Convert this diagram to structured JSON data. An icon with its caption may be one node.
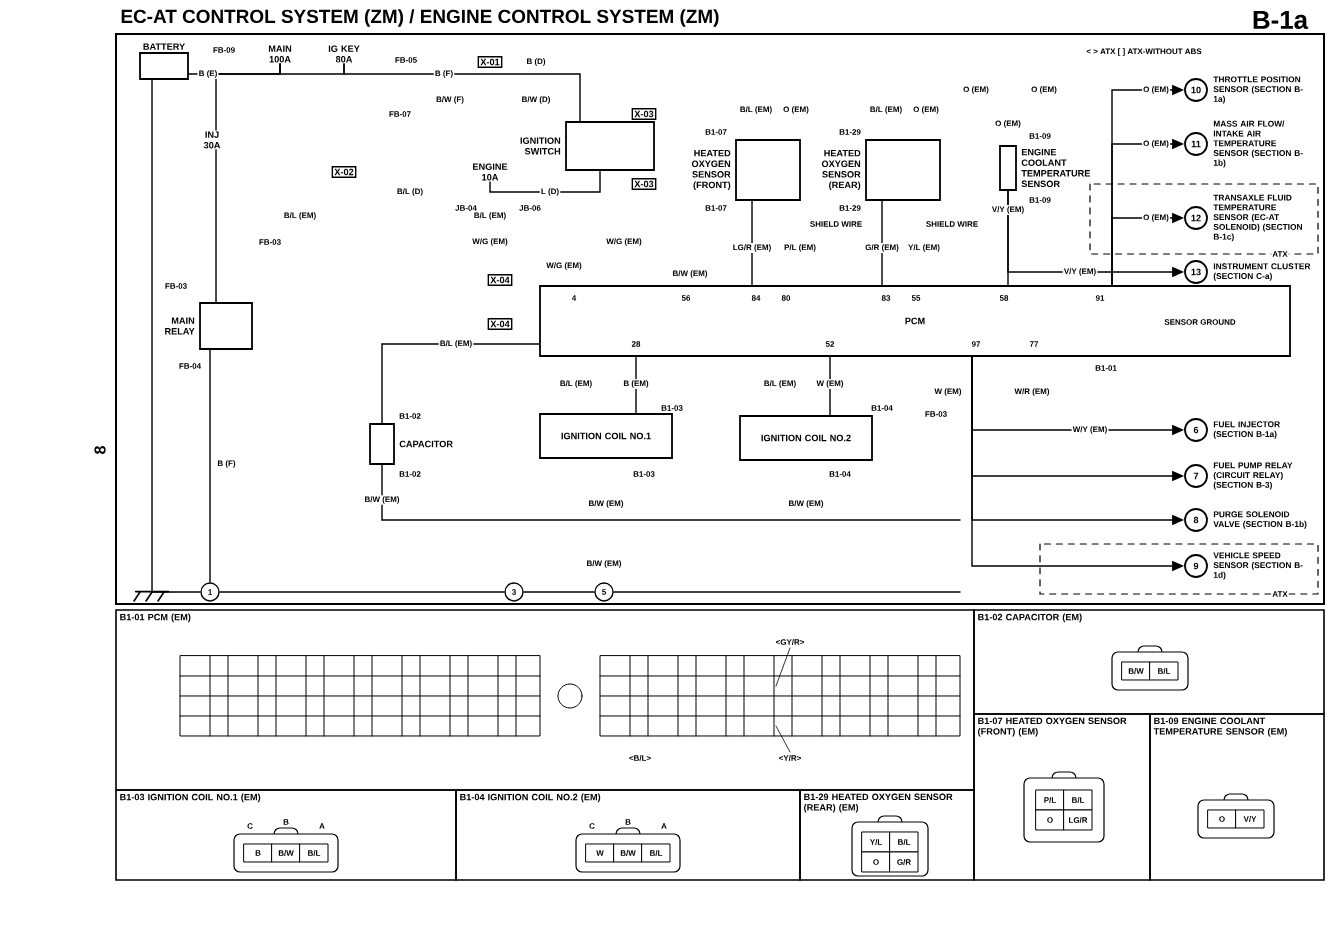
{
  "diagram": {
    "title": "EC-AT CONTROL SYSTEM (ZM) / ENGINE CONTROL SYSTEM (ZM)",
    "nodes": [
      {
        "text": [
          "BATTERY"
        ]
      },
      {
        "text": [
          "MAIN 100A"
        ]
      },
      {
        "text": [
          "IG KEY 80A"
        ]
      },
      {
        "text": [
          "INJ 30A"
        ]
      },
      {
        "text": [
          "IGNITION SWITCH"
        ]
      },
      {
        "text": [
          "ENGINE 10A"
        ]
      },
      {
        "text": [
          "MAIN RELAY"
        ]
      },
      {
        "text": [
          "CAPACITOR"
        ]
      },
      {
        "text": [
          "IGNITION COIL NO.1"
        ]
      },
      {
        "text": [
          "IGNITION COIL NO.2"
        ]
      },
      {
        "text": [
          "PCM"
        ]
      },
      {
        "text": [
          "HEATED OXYGEN SENSOR (FRONT)"
        ]
      },
      {
        "text": [
          "HEATED OXYGEN SENSOR (REAR)"
        ]
      },
      {
        "text": [
          "ENGINE COOLANT TEMPERATURE SENSOR"
        ]
      },
      {
        "text": [
          "10"
        ],
        "beside": [
          "THROTTLE POSITION SENSOR (SECTION B-1a)"
        ]
      },
      {
        "text": [
          "11"
        ],
        "beside": [
          "MASS AIR FLOW/ INTAKE AIR TEMPERATURE SENSOR (SECTION B-1b)"
        ]
      },
      {
        "text": [
          "12"
        ],
        "beside": [
          "TRANSAXLE FLUID TEMPERATURE SENSOR (EC-AT SOLENOID) (SECTION B-1c)"
        ]
      },
      {
        "text": [
          "13"
        ],
        "beside": [
          "INSTRUMENT CLUSTER (SECTION C-a)"
        ]
      },
      {
        "text": [
          "6"
        ],
        "beside": [
          "FUEL INJECTOR (SECTION B-1a)"
        ]
      },
      {
        "text": [
          "7"
        ],
        "beside": [
          "FUEL PUMP RELAY (CIRCUIT RELAY) (SECTION B-3)"
        ]
      },
      {
        "text": [
          "8"
        ],
        "beside": [
          "PURGE SOLENOID VALVE (SECTION B-1b)"
        ]
      },
      {
        "text": [
          "9"
        ],
        "beside": [
          "VEHICLE SPEED SENSOR (SECTION B-1d)"
        ]
      },
      {
        "text": [
          "B1-01 PCM (EM)"
        ]
      },
      {
        "text": [
          "B1-02 CAPACITOR (EM)"
        ]
      },
      {
        "text": [
          "B1-07 HEATED OXYGEN SENSOR (FRONT) (EM)"
        ]
      },
      {
        "text": [
          "B1-09 ENGINE COOLANT TEMPERATURE SENSOR (EM)"
        ]
      },
      {
        "text": [
          "B1-03 IGNITION COIL NO.1 (EM)"
        ]
      },
      {
        "text": [
          "B1-04 IGNITION COIL NO.2 (EM)"
        ]
      },
      {
        "text": [
          "B1-29 HEATED OXYGEN SENSOR (REAR) (EM)"
        ]
      },
      {
        "text": [
          "X-01"
        ]
      },
      {
        "text": [
          "X-03"
        ]
      },
      {
        "text": [
          "X-03"
        ]
      },
      {
        "text": [
          "X-02"
        ]
      },
      {
        "text": [
          "X-04"
        ]
      },
      {
        "text": [
          "X-04"
        ]
      },
      {
        "text": [],
        "shape": "ground"
      }
    ],
    "edges": [
      {
        "from": 0,
        "to": 1,
        "arrow": "none",
        "label": "B (E)"
      },
      {
        "from": 1,
        "to": 2,
        "arrow": "none"
      },
      {
        "from": 2,
        "to": 4,
        "arrow": "none",
        "label": "B (F)"
      },
      {
        "from": 1,
        "to": 3,
        "arrow": "none"
      },
      {
        "from": 5,
        "to": 4,
        "arrow": "none",
        "label": "L (D)"
      },
      {
        "from": 3,
        "to": 6,
        "arrow": "none"
      },
      {
        "from": 7,
        "to": 10,
        "arrow": "none",
        "label": "B/L (EM)"
      },
      {
        "from": 8,
        "to": 10,
        "arrow": "none",
        "label": "B (EM)"
      },
      {
        "from": 9,
        "to": 10,
        "arrow": "none",
        "label": "W (EM)"
      },
      {
        "from": 11,
        "to": 10,
        "arrow": "none",
        "label": "LG/R (EM)"
      },
      {
        "from": 12,
        "to": 10,
        "arrow": "none",
        "label": "G/R (EM)"
      },
      {
        "from": 13,
        "to": 10,
        "arrow": "none",
        "label": "V/Y (EM)"
      },
      {
        "from": 10,
        "to": 14,
        "arrow": "to",
        "label": "O (EM)"
      },
      {
        "from": 10,
        "to": 15,
        "arrow": "to",
        "label": "O (EM)"
      },
      {
        "from": 10,
        "to": 16,
        "arrow": "to",
        "label": "O (EM)"
      },
      {
        "from": 13,
        "to": 17,
        "arrow": "to",
        "label": "V/Y (EM)"
      },
      {
        "from": 10,
        "to": 18,
        "arrow": "to",
        "label": "W/Y (EM)"
      },
      {
        "from": 10,
        "to": 19,
        "arrow": "to"
      },
      {
        "from": 10,
        "to": 20,
        "arrow": "to"
      },
      {
        "from": 10,
        "to": 21,
        "arrow": "to"
      },
      {
        "from": 0,
        "to": 35,
        "arrow": "none"
      }
    ],
    "labels": [
      "B-1a",
      "< > ATX [ ] ATX-WITHOUT ABS",
      "8",
      "FB-09",
      "FB-05",
      "B (D)",
      "B/W (F)",
      "B/W (D)",
      "FB-07",
      "B/L (D)",
      "JB-04",
      "JB-06",
      "B/L (EM)",
      "B/L (EM)",
      "FB-03",
      "W/G (EM)",
      "W/G (EM)",
      "W/G (EM)",
      "FB-03",
      "FB-04",
      "B (F)",
      "B1-02",
      "B1-02",
      "B/W (EM)",
      "B/L (EM)",
      "B1-03",
      "B1-03",
      "B/W (EM)",
      "B/L (EM)",
      "B1-04",
      "B1-04",
      "B/W (EM)",
      "B/W (EM)",
      "B/L (EM)",
      "O (EM)",
      "B/L (EM)",
      "O (EM)",
      "B1-07",
      "B1-07",
      "B1-29",
      "B1-29",
      "SHIELD WIRE",
      "SHIELD WIRE",
      "P/L (EM)",
      "Y/L (EM)",
      "B/W (EM)",
      "O (EM)",
      "O (EM)",
      "O (EM)",
      "B1-09",
      "B1-09",
      "ATX",
      "B1-01",
      "W (EM)",
      "W/R (EM)",
      "FB-03",
      "ATX",
      "4",
      "56",
      "84",
      "80",
      "83",
      "55",
      "58",
      "91",
      "28",
      "52",
      "97",
      "77",
      "1",
      "3",
      "5",
      "<GY/R>",
      "<B/L>",
      "<Y/R>",
      "C",
      "B",
      "A",
      "B",
      "B/W",
      "B/L",
      "C",
      "B",
      "A",
      "W",
      "B/W",
      "B/L",
      "B/W",
      "B/L",
      "P/L",
      "B/L",
      "O",
      "LG/R",
      "Y/L",
      "B/L",
      "O",
      "G/R",
      "O",
      "V/Y",
      "SENSOR GROUND"
    ]
  }
}
